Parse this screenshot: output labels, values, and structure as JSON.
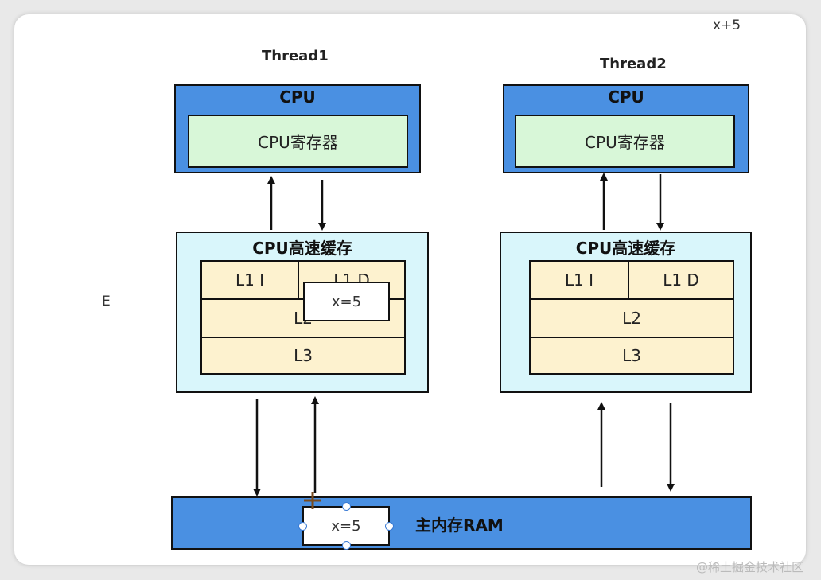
{
  "note_top_right": "x+5",
  "side_label": "E",
  "thread1": {
    "title": "Thread1",
    "cpu_label": "CPU",
    "register_label": "CPU寄存器",
    "cache_label": "CPU高速缓存",
    "l1i": "L1 I",
    "l1d": "L1 D",
    "l2": "L2",
    "l3": "L3",
    "overlay_value": "x=5"
  },
  "thread2": {
    "title": "Thread2",
    "cpu_label": "CPU",
    "register_label": "CPU寄存器",
    "cache_label": "CPU高速缓存",
    "l1i": "L1 I",
    "l1d": "L1 D",
    "l2": "L2",
    "l3": "L3"
  },
  "ram": {
    "label": "主内存RAM",
    "value_box": "x=5"
  },
  "watermark": "@稀土掘金技术社区",
  "colors": {
    "cpu_blue": "#4a90e2",
    "register_green": "#d8f7d8",
    "cache_cyan": "#d9f6fb",
    "cell_yellow": "#fdf2cf"
  }
}
